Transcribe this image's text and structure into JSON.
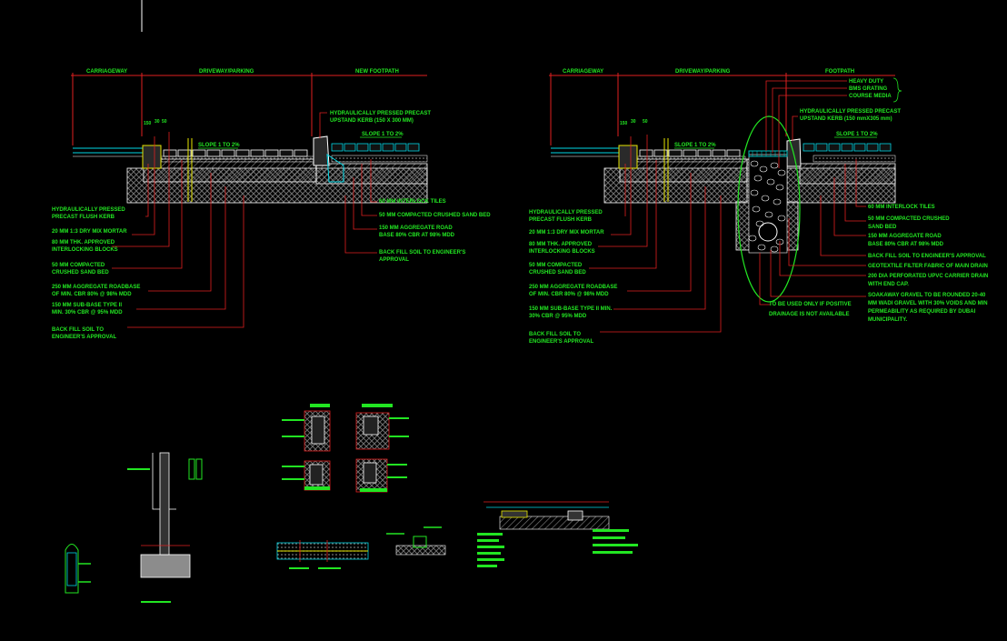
{
  "colors": {
    "background": "#000000",
    "annotation": "#22e622",
    "leader": "#e02020",
    "outline": "#ffffff",
    "hatch": "#8a8a8a",
    "accent_yellow": "#e6e600",
    "water_cyan": "#00d8e6",
    "section_magenta": "#e600e6",
    "drain_cyan": "#00c0c0"
  },
  "section_a": {
    "zones": [
      "CARRIAGEWAY",
      "DRIVEWAY/PARKING",
      "NEW FOOTPATH"
    ],
    "dims": [
      "150",
      "30",
      "50"
    ],
    "slope_left": "SLOPE 1 TO 2%",
    "slope_right": "SLOPE 1 TO 2%",
    "upstand_note": [
      "HYDRAULICALLY PRESSED PRECAST",
      "UPSTAND KERB (150 X 300 MM)"
    ],
    "labels_left": [
      [
        "HYDRAULICALLY PRESSED",
        "PRECAST FLUSH KERB"
      ],
      [
        "20 MM 1:3 DRY MIX MORTAR"
      ],
      [
        "80 MM THK. APPROVED",
        "INTERLOCKING BLOCKS"
      ],
      [
        "50 MM COMPACTED",
        "CRUSHED SAND BED"
      ],
      [
        "250 MM AGGREGATE ROADBASE",
        "OF MIN. CBR 80% @ 98% MDD"
      ],
      [
        "150 MM SUB-BASE TYPE II",
        "MIN. 30% CBR @ 95% MDD"
      ],
      [
        "BACK FILL SOIL TO",
        "ENGINEER'S APPROVAL"
      ]
    ],
    "labels_right": [
      [
        "60 MM INTERLOCK TILES"
      ],
      [
        "50 MM COMPACTED CRUSHED SAND BED"
      ],
      [
        "150 MM AGGREGATE ROAD",
        "BASE 80% CBR AT 98% MDD"
      ],
      [
        "BACK FILL SOIL TO ENGINEER'S",
        "APPROVAL"
      ]
    ]
  },
  "section_b": {
    "zones": [
      "CARRIAGEWAY",
      "DRIVEWAY/PARKING",
      "FOOTPATH"
    ],
    "dims": [
      "150",
      "30",
      "50"
    ],
    "slope_left": "SLOPE 1 TO 2%",
    "slope_right": "SLOPE 1 TO 2%",
    "grating_note": [
      "HEAVY DUTY",
      "BMS GRATING",
      "COURSE MEDIA"
    ],
    "upstand_note": [
      "HYDRAULICALLY PRESSED PRECAST",
      "UPSTAND KERB (150 mmX305 mm)"
    ],
    "labels_left": [
      [
        "HYDRAULICALLY PRESSED",
        "PRECAST FLUSH KERB"
      ],
      [
        "20 MM 1:3 DRY MIX MORTAR"
      ],
      [
        "80 MM THK. APPROVED",
        "INTERLOCKING BLOCKS"
      ],
      [
        "50 MM COMPACTED",
        "CRUSHED SAND BED"
      ],
      [
        "250 MM AGGREGATE ROADBASE",
        "OF MIN. CBR 80% @ 98% MDD"
      ],
      [
        "150 MM SUB-BASE TYPE II MIN.",
        "30% CBR @ 95% MDD"
      ],
      [
        "BACK FILL SOIL TO",
        "ENGINEER'S APPROVAL"
      ]
    ],
    "labels_right": [
      [
        "60 MM INTERLOCK TILES"
      ],
      [
        "50 MM COMPACTED CRUSHED",
        "SAND BED"
      ],
      [
        "150 MM AGGREGATE ROAD",
        "BASE 80% CBR AT 98% MDD"
      ],
      [
        "BACK FILL SOIL TO ENGINEER'S APPROVAL"
      ],
      [
        "GEOTEXTILE FILTER FABRIC OF MAIN DRAIN"
      ],
      [
        "200 DIA PERFORATED UPVC CARRIER DRAIN",
        "WITH END CAP."
      ],
      [
        "SOAKAWAY GRAVEL TO BE ROUNDED 20-40",
        "MM WADI GRAVEL WITH 30% VOIDS AND MIN",
        "PERMEABILITY AS REQUIRED BY DUBAI",
        "MUNICIPALITY."
      ]
    ],
    "note_bottom": [
      "TO BE USED ONLY IF POSITIVE",
      "DRAINAGE IS NOT AVAILABLE"
    ]
  }
}
